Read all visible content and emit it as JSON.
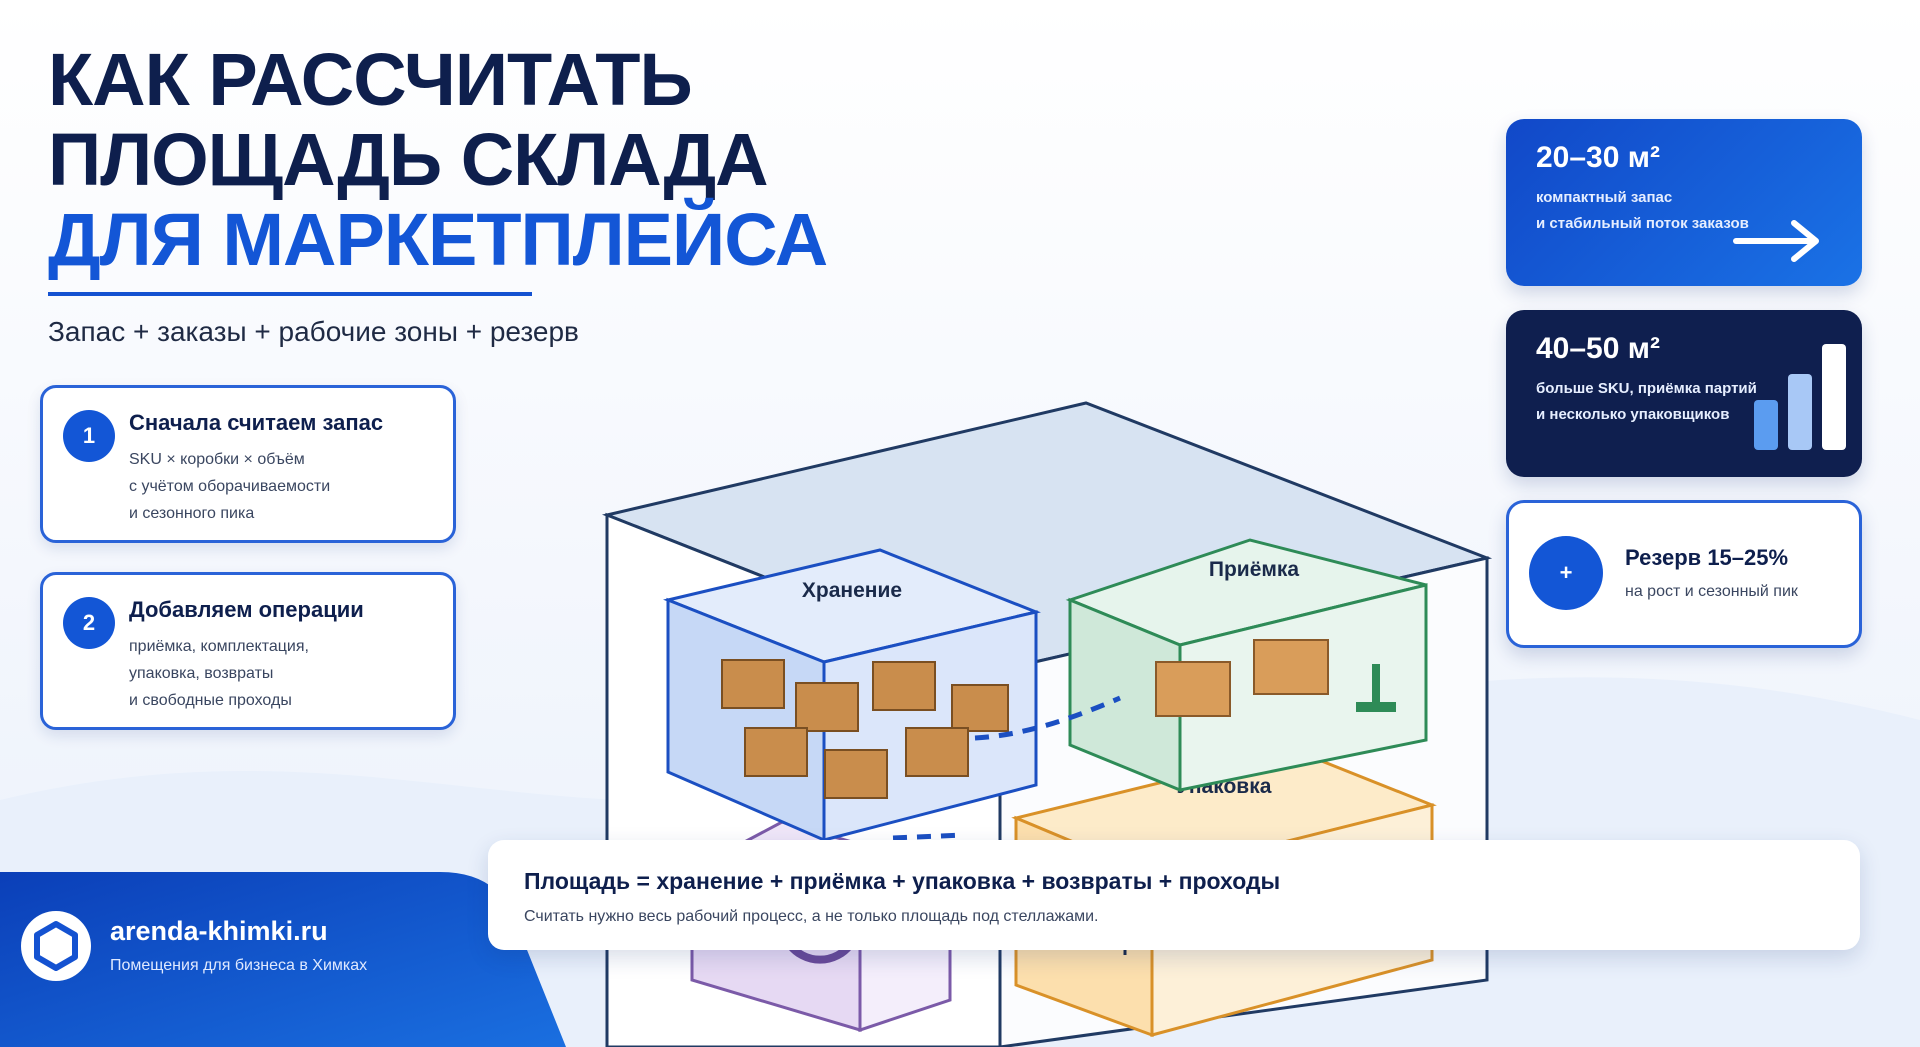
{
  "title": {
    "line1": "КАК РАССЧИТАТЬ",
    "line2": "ПЛОЩАДЬ СКЛАДА",
    "line3": "ДЛЯ МАРКЕТПЛЕЙСА"
  },
  "subtitle": "Запас + заказы + рабочие зоны + резерв",
  "steps": [
    {
      "number": "1",
      "title": "Сначала считаем запас",
      "desc": [
        "SKU × коробки × объём",
        "с учётом оборачиваемости",
        "и сезонного пика"
      ]
    },
    {
      "number": "2",
      "title": "Добавляем операции",
      "desc": [
        "приёмка, комплектация,",
        "упаковка, возвраты",
        "и свободные проходы"
      ]
    }
  ],
  "zones": {
    "storage": "Хранение",
    "receiving": "Приёмка",
    "packing": "Упаковка"
  },
  "stats": [
    {
      "title": "20–30 м²",
      "desc": [
        "компактный запас",
        "и стабильный поток заказов"
      ],
      "icon": "arrow-right-icon"
    },
    {
      "title": "40–50 м²",
      "desc": [
        "больше SKU, приёмка партий",
        "и несколько упаковщиков"
      ],
      "icon": "bar-chart-icon"
    }
  ],
  "reserve": {
    "symbol": "+",
    "title": "Резерв 15–25%",
    "desc": "на рост и сезонный пик"
  },
  "formula": {
    "title": "Площадь = хранение + приёмка + упаковка + возвраты + проходы",
    "subtitle": "Считать нужно весь рабочий процесс, а не только площадь под стеллажами."
  },
  "brand": {
    "name": "arenda-khimki.ru",
    "tagline": "Помещения для бизнеса в Химках",
    "logo_icon": "hexagon-logo-icon"
  },
  "colors": {
    "primary_blue": "#1356d6",
    "navy": "#0f1f4f",
    "storage_blue": "#c9daf7",
    "receiving_green": "#cfe8d9",
    "packing_orange": "#fde3b4",
    "returns_purple": "#e8dcf3",
    "box_brown": "#c98d4c"
  }
}
